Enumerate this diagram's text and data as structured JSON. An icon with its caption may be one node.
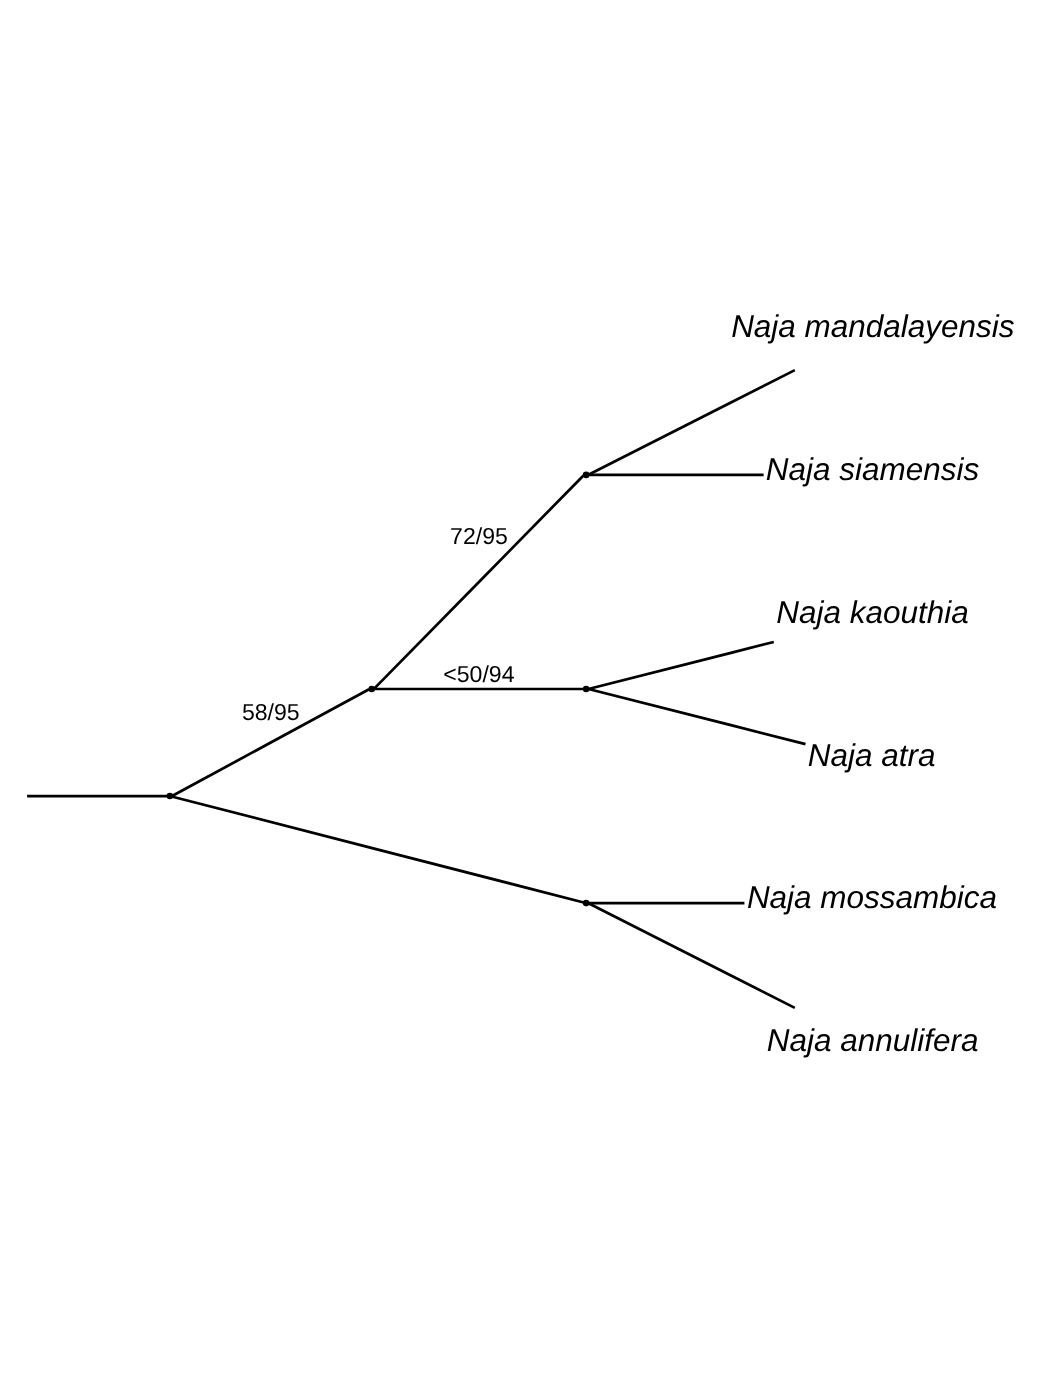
{
  "diagram": {
    "nodes": [
      {
        "text": [],
        "shape": "point"
      },
      {
        "text": [],
        "shape": "point"
      },
      {
        "text": [],
        "shape": "point"
      },
      {
        "text": [
          "Naja mandalayensis"
        ]
      },
      {
        "text": [
          "Naja siamensis"
        ]
      },
      {
        "text": [],
        "shape": "point"
      },
      {
        "text": [
          "Naja kaouthia"
        ]
      },
      {
        "text": [
          "Naja atra"
        ]
      },
      {
        "text": [],
        "shape": "point"
      },
      {
        "text": [
          "Naja mossambica"
        ]
      },
      {
        "text": [
          "Naja annulifera"
        ]
      }
    ],
    "edges": [
      {
        "from": null,
        "to": 0,
        "arrow": "none"
      },
      {
        "from": 0,
        "to": 1,
        "arrow": "none",
        "label": "58/95"
      },
      {
        "from": 1,
        "to": 2,
        "arrow": "none",
        "label": "72/95"
      },
      {
        "from": 2,
        "to": 3,
        "arrow": "none"
      },
      {
        "from": 2,
        "to": 4,
        "arrow": "none"
      },
      {
        "from": 1,
        "to": 5,
        "arrow": "none",
        "label": "<50/94"
      },
      {
        "from": 5,
        "to": 6,
        "arrow": "none"
      },
      {
        "from": 5,
        "to": 7,
        "arrow": "none"
      },
      {
        "from": 0,
        "to": 8,
        "arrow": "none"
      },
      {
        "from": 8,
        "to": 9,
        "arrow": "none"
      },
      {
        "from": 8,
        "to": 10,
        "arrow": "none"
      }
    ]
  }
}
